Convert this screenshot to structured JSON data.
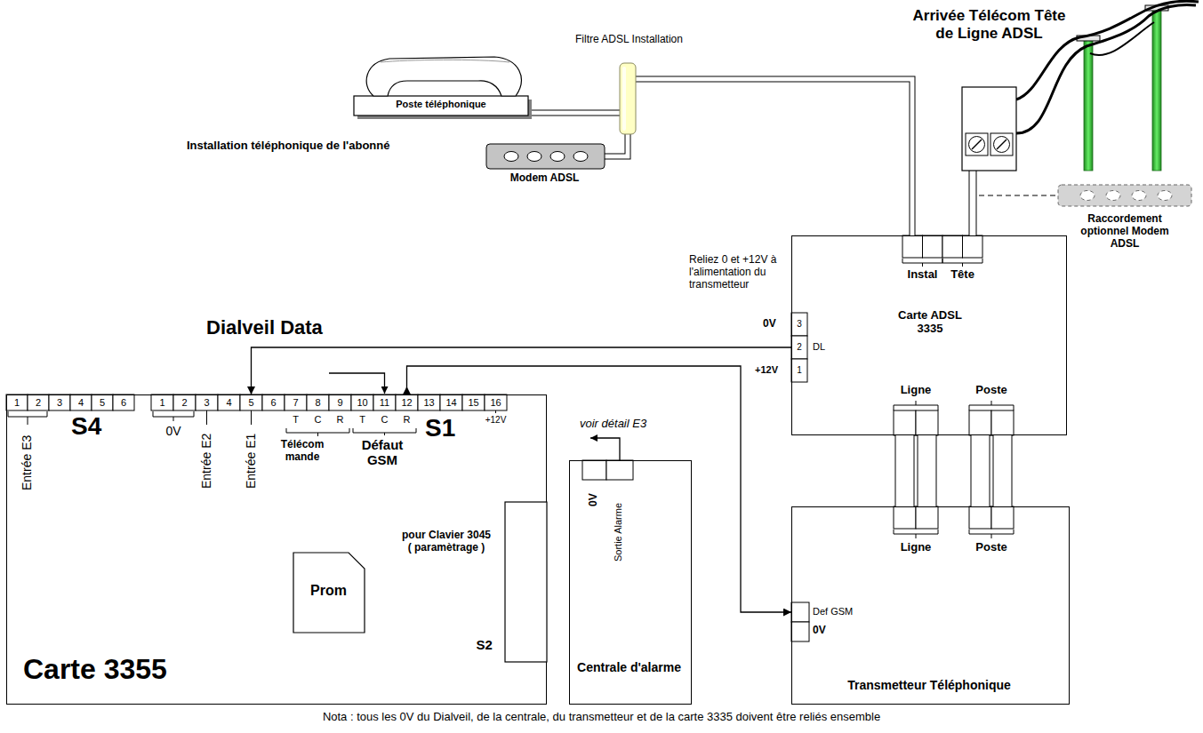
{
  "diagram": {
    "title": "Dialveil Data",
    "caption": "Nota : tous les 0V du Dialveil, de la centrale, du transmetteur et de la carte 3335 doivent être reliés ensemble",
    "nodes": [
      {
        "text": [
          "Poste téléphonique"
        ]
      },
      {
        "text": [
          "Filtre ADSL Installation"
        ]
      },
      {
        "text": [
          "Modem ADSL"
        ]
      },
      {
        "text": [
          "Arrivée Télécom Tête de Ligne ADSL"
        ]
      },
      {
        "text": [
          "Raccordement optionnel Modem ADSL"
        ]
      },
      {
        "text": [
          "Carte ADSL 3335"
        ]
      },
      {
        "text": [
          "Carte 3355"
        ]
      },
      {
        "text": [
          "Prom"
        ],
        "in": 6
      },
      {
        "text": [
          "S2"
        ],
        "in": 6
      },
      {
        "text": [
          "Centrale d'alarme"
        ]
      },
      {
        "text": [
          "Transmetteur Téléphonique"
        ]
      }
    ],
    "edges": [
      {
        "from": 0,
        "to": 1,
        "arrow": "none"
      },
      {
        "from": 2,
        "to": 1,
        "arrow": "none"
      },
      {
        "from": 1,
        "to": 5,
        "arrow": "none"
      },
      {
        "from": 3,
        "to": 5,
        "arrow": "none"
      },
      {
        "from": 5,
        "to": 6,
        "arrow": "to"
      },
      {
        "from": 5,
        "to": 10,
        "arrow": "none"
      },
      {
        "from": 6,
        "to": 10,
        "arrow": "both"
      }
    ],
    "labels": [
      "Installation téléphonique de l'abonné",
      "Reliez 0 et +12V à l'alimentation du transmetteur",
      "Instal",
      "Tête",
      "0V",
      "3",
      "2",
      "1",
      "DL",
      "+12V",
      "Ligne",
      "Poste",
      "Ligne",
      "Poste",
      "Def GSM",
      "0V",
      "voir détail E3",
      "0V",
      "Sortie Alarme",
      "S4",
      "0V",
      "Entrée E3",
      "Entrée E2",
      "Entrée E1",
      "T",
      "C",
      "R",
      "T",
      "C",
      "R",
      "Télécom mande",
      "Défaut GSM",
      "S1",
      "+12V",
      "pour Clavier 3045 ( paramètrage )",
      "1",
      "2",
      "3",
      "4",
      "5",
      "6",
      "1",
      "2",
      "3",
      "4",
      "5",
      "6",
      "7",
      "8",
      "9",
      "10",
      "11",
      "12",
      "13",
      "14",
      "15",
      "16"
    ]
  }
}
